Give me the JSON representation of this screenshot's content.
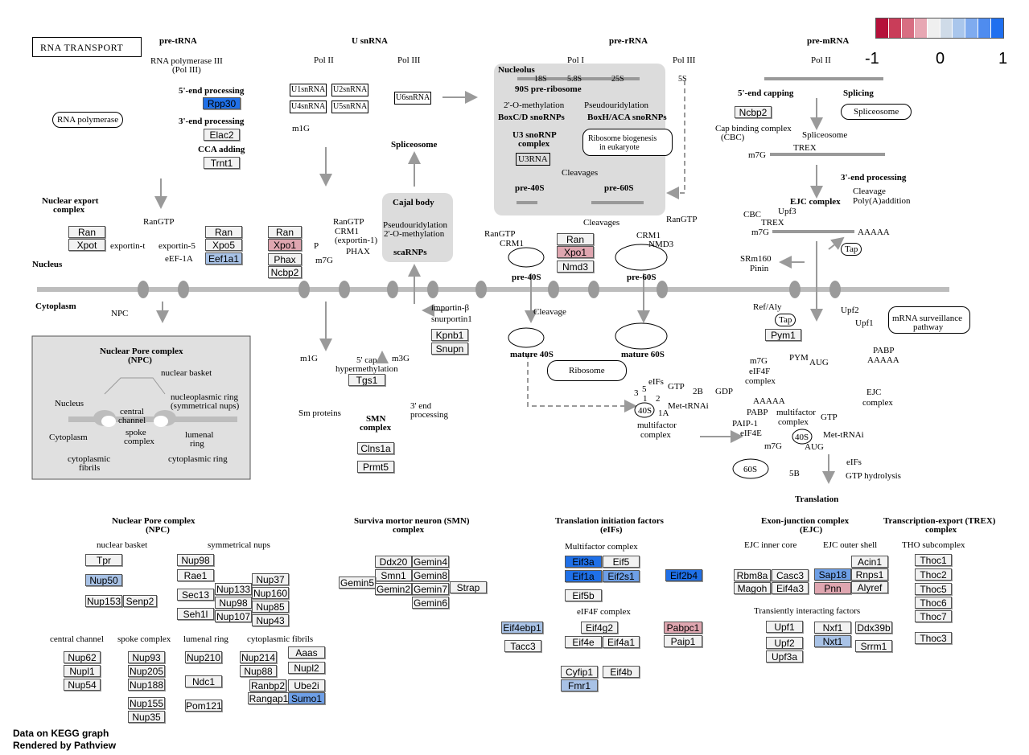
{
  "title": "RNA TRANSPORT",
  "legend": {
    "colors": [
      "#b5103a",
      "#c93d59",
      "#d86e82",
      "#e7a7b3",
      "#efefef",
      "#cfdbe8",
      "#a9c6ec",
      "#7fabef",
      "#4f8cef",
      "#1f6fef"
    ],
    "labels": [
      "-1",
      "0",
      "1"
    ]
  },
  "footer": {
    "line1": "Data on KEGG graph",
    "line2": "Rendered by Pathview"
  },
  "gene_colors": {
    "blue_strong": "#1f70e8",
    "blue_mid": "#6e9fe6",
    "blue_light": "#a8c2e6",
    "red_light": "#dfa6b0",
    "grey": "#f2f2f2"
  },
  "labels": {
    "pre_trna": "pre-tRNA",
    "pol3_a": "RNA polymerase III",
    "pol3_b": "(Pol III)",
    "end5_proc": "5'-end processing",
    "end3_proc": "3'-end processing",
    "cca": "CCA adding",
    "rna_pol": "RNA polymerase",
    "u_snrna": "U snRNA",
    "pol2": "Pol II",
    "pol3": "Pol III",
    "u1": "U1snRNA",
    "u2": "U2snRNA",
    "u4": "U4snRNA",
    "u5": "U5snRNA",
    "u6": "U6snRNA",
    "m1g": "m1G",
    "spliceosome": "Spliceosome",
    "cajal": "Cajal body",
    "cajal_1": "Pseudouridylation",
    "cajal_2": "2'-O-methylation",
    "scarnps": "scaRNPs",
    "pre_rrna": "pre-rRNA",
    "nucleolus": "Nucleolus",
    "pol1": "Pol I",
    "pol3b": "Pol III",
    "r90s": "90S pre-ribosome",
    "r18s": "18S",
    "r58s": "5.8S",
    "r25s": "25S",
    "r5s": "5S",
    "omethyl": "2'-O-methylation",
    "boxcd": "BoxC/D snoRNPs",
    "pseudou": "Pseudouridylation",
    "boxhaca": "BoxH/ACA snoRNPs",
    "u3snornp_a": "U3 snoRNP",
    "u3snornp_b": "complex",
    "u3rna": "U3RNA",
    "ribobio_a": "Ribosome biogenesis",
    "ribobio_b": "in eukaryote",
    "cleavages": "Cleavages",
    "pre40s": "pre-40S",
    "pre60s": "pre-60S",
    "cleavages2": "Cleavages",
    "rangtp": "RanGTP",
    "crm1": "CRM1",
    "crm1b": "CRM1",
    "nmd3": "NMD3",
    "cleavage": "Cleavage",
    "mature40s": "mature 40S",
    "mature60s": "mature 60S",
    "ribosome": "Ribosome",
    "pre_mrna": "pre-mRNA",
    "pol2b": "Pol II",
    "capping": "5'-end capping",
    "splicing": "Splicing",
    "spliceosome2": "Spliceosome",
    "cbc_a": "Cap binding complex",
    "cbc_b": "(CBC)",
    "spliceosome3": "Spliceosome",
    "trex": "TREX",
    "m7g": "m7G",
    "end3": "3'-end processing",
    "cleav_a": "Cleavage",
    "cleav_b": "Poly(A)addition",
    "ejc": "EJC complex",
    "cbc": "CBC",
    "upf3": "Upf3",
    "trex2": "TREX",
    "aaaaa": "AAAAA",
    "tap": "Tap",
    "srm160": "SRm160",
    "pinin": "Pinin",
    "ref": "Ref/Aly",
    "upf2": "Upf2",
    "upf1": "Upf1",
    "msurv_a": "mRNA surveillance",
    "msurv_b": "pathway",
    "pym": "PYM",
    "aug": "AUG",
    "pabp": "PABP",
    "eif4f_a": "eIF4F",
    "eif4f_b": "complex",
    "ejc2_a": "EJC",
    "ejc2_b": "complex",
    "nuclear_export_a": "Nuclear export",
    "nuclear_export_b": "complex",
    "rangtp2": "RanGTP",
    "exportin_t": "exportin-t",
    "exportin_5": "exportin-5",
    "eef1a": "eEF-1A",
    "rangtp3": "RanGTP",
    "crm1_exp_a": "CRM1",
    "crm1_exp_b": "(exportin-1)",
    "phax": "PHAX",
    "p": "P",
    "nucleus": "Nucleus",
    "cytoplasm": "Cytoplasm",
    "npc": "NPC",
    "importin_a": "importin-β",
    "importin_b": "snurportin1",
    "cap5_a": "5' cap",
    "cap5_b": "hypermethylation",
    "m3g": "m3G",
    "end3p_a": "3' end",
    "end3p_b": "processing",
    "sm": "Sm proteins",
    "smn_a": "SMN",
    "smn_b": "complex",
    "eifs": "eIFs",
    "gtp": "GTP",
    "gdp": "GDP",
    "2b": "2B",
    "metrna": "Met-tRNAi",
    "multif_a": "multifactor",
    "multif_b": "complex",
    "aaaaa2": "AAAAA",
    "pabp2": "PABP",
    "paip": "PAIP-1",
    "eif4e": "eIF4E",
    "m7g2": "m7G",
    "multif2_a": "multifactor",
    "multif2_b": "complex",
    "gtp2": "GTP",
    "metrna2": "Met-tRNAi",
    "aug2": "AUG",
    "eifs2": "eIFs",
    "gtph": "GTP hydrolysis",
    "translation": "Translation",
    "n40s": "40S",
    "n60s": "60S",
    "n5b": "5B",
    "n3": "3",
    "n5": "5",
    "n1": "1",
    "n2": "2",
    "n1a": "1A",
    "npc_title_a": "Nuclear Pore complex",
    "npc_title_b": "(NPC)",
    "npc_basket": "nuclear basket",
    "npc_nucleus": "Nucleus",
    "npc_ring_a": "nucleoplasmic ring",
    "npc_ring_b": "(symmetrical nups)",
    "npc_central_a": "central",
    "npc_central_b": "channel",
    "npc_cyto": "Cytoplasm",
    "npc_spoke_a": "spoke",
    "npc_spoke_b": "complex",
    "npc_lumen_a": "lumenal",
    "npc_lumen_b": "ring",
    "npc_fib_a": "cytoplasmic",
    "npc_fib_b": "fibrils",
    "npc_cring": "cytoplasmic ring",
    "sec_npc_a": "Nuclear Pore complex",
    "sec_npc_b": "(NPC)",
    "sec_basket": "nuclear basket",
    "sec_sym": "symmetrical nups",
    "sec_central": "central channel",
    "sec_spoke": "spoke complex",
    "sec_lumen": "lumenal ring",
    "sec_fib": "cytoplasmic fibrils",
    "sec_smn_a": "Surviva mortor neuron (SMN)",
    "sec_smn_b": "complex",
    "sec_eif_a": "Translation initiation factors",
    "sec_eif_b": "(eIFs)",
    "sec_multi": "Multifactor complex",
    "sec_eif4f": "eIF4F complex",
    "sec_ejc_a": "Exon-junction complex",
    "sec_ejc_b": "(EJC)",
    "sec_ejc_core": "EJC inner core",
    "sec_ejc_outer": "EJC outer shell",
    "sec_trans": "Transiently interacting factors",
    "sec_trex_a": "Transcription-export (TREX)",
    "sec_trex_b": "complex",
    "sec_tho": "THO subcomplex"
  },
  "genes": [
    {
      "label": "Rpp30",
      "c": "blue_strong"
    },
    {
      "label": "Elac2",
      "c": "grey"
    },
    {
      "label": "Trnt1",
      "c": "grey"
    },
    {
      "label": "Ran",
      "c": "grey"
    },
    {
      "label": "Xpot",
      "c": "grey"
    },
    {
      "label": "Ran",
      "c": "grey"
    },
    {
      "label": "Xpo5",
      "c": "grey"
    },
    {
      "label": "Eef1a1",
      "c": "blue_light"
    },
    {
      "label": "Ran",
      "c": "grey"
    },
    {
      "label": "Xpo1",
      "c": "red_light"
    },
    {
      "label": "Phax",
      "c": "grey"
    },
    {
      "label": "Ncbp2",
      "c": "grey"
    },
    {
      "label": "Ran",
      "c": "grey"
    },
    {
      "label": "Xpo1",
      "c": "red_light"
    },
    {
      "label": "Nmd3",
      "c": "grey"
    },
    {
      "label": "Kpnb1",
      "c": "grey"
    },
    {
      "label": "Snupn",
      "c": "grey"
    },
    {
      "label": "Tgs1",
      "c": "grey"
    },
    {
      "label": "Clns1a",
      "c": "grey"
    },
    {
      "label": "Prmt5",
      "c": "grey"
    },
    {
      "label": "Ncbp2",
      "c": "grey"
    },
    {
      "label": "Pym1",
      "c": "grey"
    },
    {
      "label": "Tpr",
      "c": "grey"
    },
    {
      "label": "Nup50",
      "c": "blue_light"
    },
    {
      "label": "Nup153",
      "c": "grey"
    },
    {
      "label": "Senp2",
      "c": "grey"
    },
    {
      "label": "Nup98",
      "c": "grey"
    },
    {
      "label": "Rae1",
      "c": "grey"
    },
    {
      "label": "Sec13",
      "c": "grey"
    },
    {
      "label": "Seh1l",
      "c": "grey"
    },
    {
      "label": "Nup133",
      "c": "grey"
    },
    {
      "label": "Nup98",
      "c": "grey"
    },
    {
      "label": "Nup107",
      "c": "grey"
    },
    {
      "label": "Nup37",
      "c": "grey"
    },
    {
      "label": "Nup160",
      "c": "grey"
    },
    {
      "label": "Nup85",
      "c": "grey"
    },
    {
      "label": "Nup43",
      "c": "grey"
    },
    {
      "label": "Nup62",
      "c": "grey"
    },
    {
      "label": "Nupl1",
      "c": "grey"
    },
    {
      "label": "Nup54",
      "c": "grey"
    },
    {
      "label": "Nup93",
      "c": "grey"
    },
    {
      "label": "Nup205",
      "c": "grey"
    },
    {
      "label": "Nup188",
      "c": "grey"
    },
    {
      "label": "Nup155",
      "c": "grey"
    },
    {
      "label": "Nup35",
      "c": "grey"
    },
    {
      "label": "Nup210",
      "c": "grey"
    },
    {
      "label": "Ndc1",
      "c": "grey"
    },
    {
      "label": "Pom121",
      "c": "grey"
    },
    {
      "label": "Nup214",
      "c": "grey"
    },
    {
      "label": "Nup88",
      "c": "grey"
    },
    {
      "label": "Aaas",
      "c": "grey"
    },
    {
      "label": "Nupl2",
      "c": "grey"
    },
    {
      "label": "Ranbp2",
      "c": "grey"
    },
    {
      "label": "Ube2i",
      "c": "grey"
    },
    {
      "label": "Rangap1",
      "c": "grey"
    },
    {
      "label": "Sumo1",
      "c": "blue_mid"
    },
    {
      "label": "Ddx20",
      "c": "grey"
    },
    {
      "label": "Gemin4",
      "c": "grey"
    },
    {
      "label": "Smn1",
      "c": "grey"
    },
    {
      "label": "Gemin8",
      "c": "grey"
    },
    {
      "label": "Gemin5",
      "c": "grey"
    },
    {
      "label": "Gemin2",
      "c": "grey"
    },
    {
      "label": "Gemin7",
      "c": "grey"
    },
    {
      "label": "Strap",
      "c": "grey"
    },
    {
      "label": "Gemin6",
      "c": "grey"
    },
    {
      "label": "Eif3a",
      "c": "blue_strong"
    },
    {
      "label": "Eif5",
      "c": "grey"
    },
    {
      "label": "Eif1a",
      "c": "blue_strong"
    },
    {
      "label": "Eif2s1",
      "c": "blue_mid"
    },
    {
      "label": "Eif2b4",
      "c": "blue_strong"
    },
    {
      "label": "Eif5b",
      "c": "grey"
    },
    {
      "label": "Eif4ebp1",
      "c": "blue_light"
    },
    {
      "label": "Tacc3",
      "c": "grey"
    },
    {
      "label": "Eif4g2",
      "c": "grey"
    },
    {
      "label": "Eif4e",
      "c": "grey"
    },
    {
      "label": "Eif4a1",
      "c": "grey"
    },
    {
      "label": "Pabpc1",
      "c": "red_light"
    },
    {
      "label": "Paip1",
      "c": "grey"
    },
    {
      "label": "Cyfip1",
      "c": "grey"
    },
    {
      "label": "Fmr1",
      "c": "blue_light"
    },
    {
      "label": "Eif4b",
      "c": "grey"
    },
    {
      "label": "Rbm8a",
      "c": "grey"
    },
    {
      "label": "Casc3",
      "c": "grey"
    },
    {
      "label": "Magoh",
      "c": "grey"
    },
    {
      "label": "Eif4a3",
      "c": "grey"
    },
    {
      "label": "Sap18",
      "c": "blue_mid"
    },
    {
      "label": "Pnn",
      "c": "red_light"
    },
    {
      "label": "Acin1",
      "c": "grey"
    },
    {
      "label": "Rnps1",
      "c": "grey"
    },
    {
      "label": "Alyref",
      "c": "grey"
    },
    {
      "label": "Upf1",
      "c": "grey"
    },
    {
      "label": "Upf2",
      "c": "grey"
    },
    {
      "label": "Upf3a",
      "c": "grey"
    },
    {
      "label": "Nxf1",
      "c": "grey"
    },
    {
      "label": "Nxt1",
      "c": "blue_light"
    },
    {
      "label": "Ddx39b",
      "c": "grey"
    },
    {
      "label": "Srrm1",
      "c": "grey"
    },
    {
      "label": "Thoc1",
      "c": "grey"
    },
    {
      "label": "Thoc2",
      "c": "grey"
    },
    {
      "label": "Thoc5",
      "c": "grey"
    },
    {
      "label": "Thoc6",
      "c": "grey"
    },
    {
      "label": "Thoc7",
      "c": "grey"
    },
    {
      "label": "Thoc3",
      "c": "grey"
    }
  ]
}
